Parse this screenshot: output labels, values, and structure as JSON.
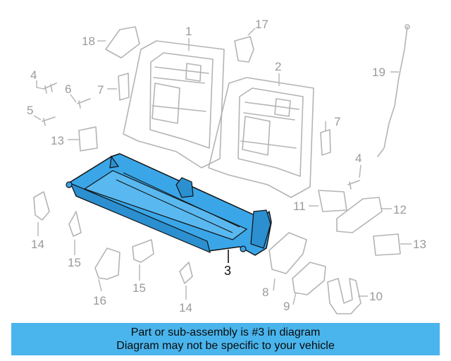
{
  "callouts": {
    "c1": "1",
    "c2": "2",
    "c3": "3",
    "c4a": "4",
    "c4b": "4",
    "c5": "5",
    "c6": "6",
    "c7a": "7",
    "c7b": "7",
    "c8": "8",
    "c9": "9",
    "c10": "10",
    "c11": "11",
    "c12": "12",
    "c13a": "13",
    "c13b": "13",
    "c14a": "14",
    "c14b": "14",
    "c15a": "15",
    "c15b": "15",
    "c16": "16",
    "c17": "17",
    "c18": "18",
    "c19": "19"
  },
  "banner": {
    "line1": "Part or sub-assembly is #3 in diagram",
    "line2": "Diagram may not be specific to your vehicle",
    "color": "#4ab4ec"
  },
  "colors": {
    "highlight": "#3aa6e8",
    "outline": "#b4b4b4",
    "label": "#9a9a9a"
  }
}
